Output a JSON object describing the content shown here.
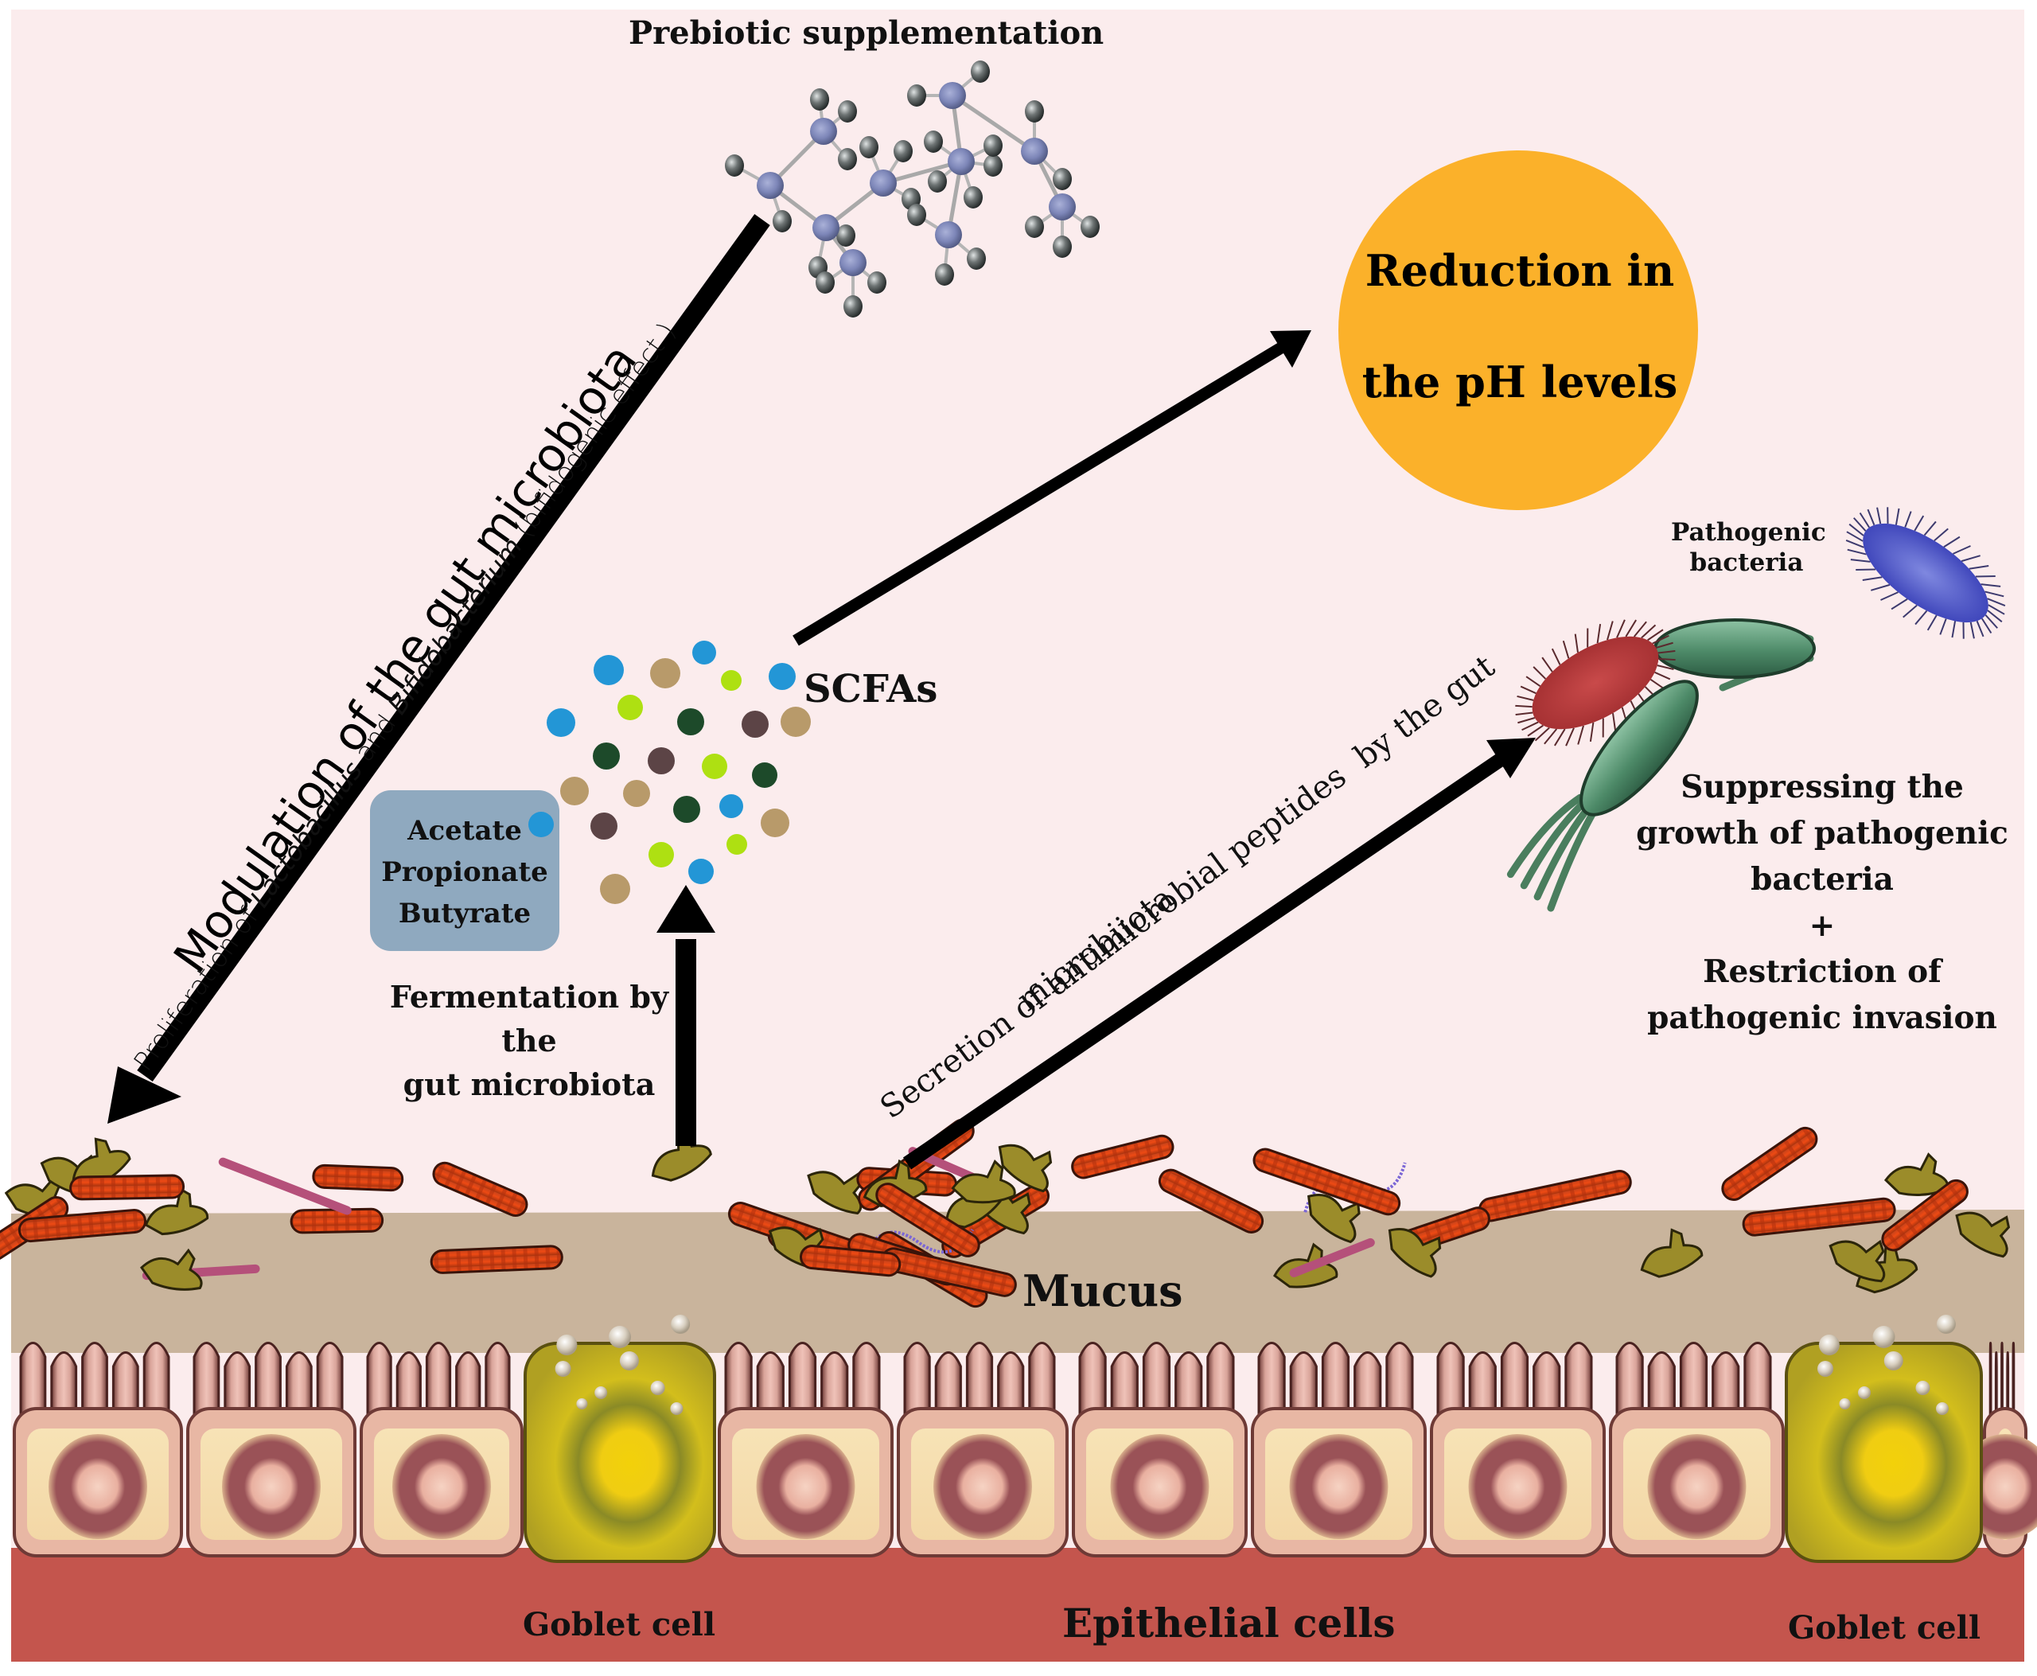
{
  "figure": {
    "background_color": "#fbeced",
    "prebiotic": {
      "label": "Prebiotic supplementation"
    },
    "modulation": {
      "title": "Modulation of the gut microbiota",
      "subtitle_prefix": "Proliferation of ",
      "subtitle_genus1": "Lactobacillus",
      "subtitle_mid": " and ",
      "subtitle_genus2": "Bifidobacterium",
      "subtitle_suffix": " (bifidogenic effect )"
    },
    "ph_circle": {
      "line1": "Reduction in",
      "line2": "the pH levels",
      "color": "#fbb12a"
    },
    "scfa": {
      "label": "SCFAs",
      "box_lines": [
        "Acetate",
        "Propionate",
        "Butyrate"
      ],
      "box_color": "#8fa9bf",
      "dot_colors": {
        "blue": "#2396d6",
        "tan": "#b89a6a",
        "lime": "#aee012",
        "darkgreen": "#1d4a2a",
        "brown": "#5c4446"
      }
    },
    "fermentation": {
      "lines": [
        "Fermentation by",
        "the",
        "gut microbiota"
      ]
    },
    "secretion": {
      "line1": "Secretion of antimicrobial peptides  by the gut",
      "line2": "microbiiota"
    },
    "pathogens": {
      "label_lines": [
        "Pathogenic",
        "bacteria"
      ],
      "effect_lines": [
        "Suppressing the",
        "growth of pathogenic",
        "bacteria",
        "+",
        "Restriction of",
        "pathogenic invasion"
      ]
    },
    "tissue": {
      "mucus_label": "Mucus",
      "epithelial_label": "Epithelial cells",
      "goblet_label_left": "Goblet cell",
      "goblet_label_right": "Goblet cell",
      "mucus_color": "#c9b49c",
      "basal_color": "#c4554d",
      "goblet_color": "#c9b322"
    }
  }
}
